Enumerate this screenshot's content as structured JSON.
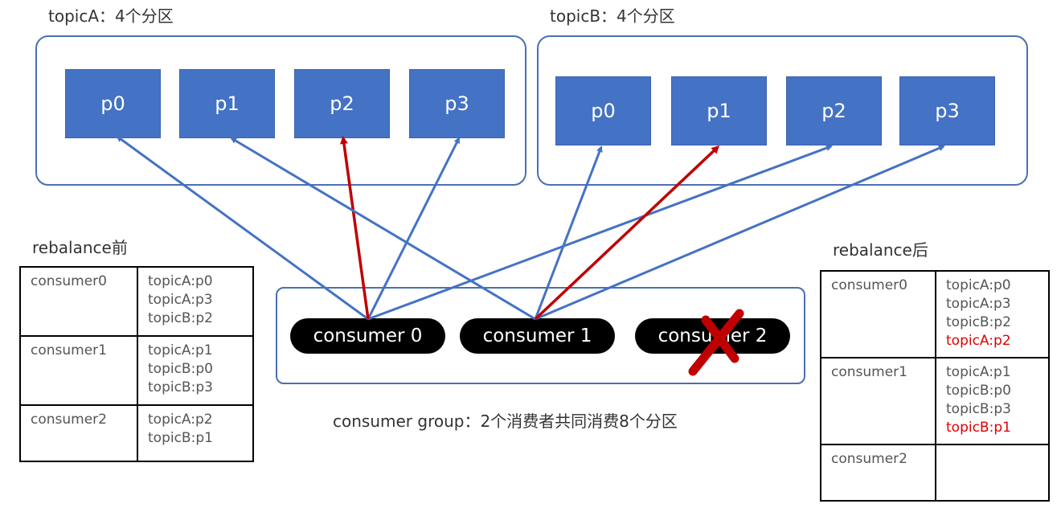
{
  "topics": [
    {
      "title": "topicA：4个分区",
      "partitions": [
        "p0",
        "p1",
        "p2",
        "p3"
      ]
    },
    {
      "title": "topicB：4个分区",
      "partitions": [
        "p0",
        "p1",
        "p2",
        "p3"
      ]
    }
  ],
  "consumer_group": {
    "consumers": [
      "consumer 0",
      "consumer 1",
      "consumer 2"
    ],
    "failed_consumer": "consumer 2",
    "caption": "consumer group：2个消费者共同消费8个分区"
  },
  "before": {
    "title": "rebalance前",
    "rows": [
      {
        "consumer": "consumer0",
        "partitions": [
          "topicA:p0",
          "topicA:p3",
          "topicB:p2"
        ]
      },
      {
        "consumer": "consumer1",
        "partitions": [
          "topicA:p1",
          "topicB:p0",
          "topicB:p3"
        ]
      },
      {
        "consumer": "consumer2",
        "partitions": [
          "topicA:p2",
          "topicB:p1"
        ]
      }
    ]
  },
  "after": {
    "title": "rebalance后",
    "rows": [
      {
        "consumer": "consumer0",
        "partitions": [
          "topicA:p0",
          "topicA:p3",
          "topicB:p2",
          "topicA:p2"
        ],
        "changed": [
          false,
          false,
          false,
          true
        ]
      },
      {
        "consumer": "consumer1",
        "partitions": [
          "topicA:p1",
          "topicB:p0",
          "topicB:p3",
          "topicB:p1"
        ],
        "changed": [
          false,
          false,
          false,
          true
        ]
      },
      {
        "consumer": "consumer2",
        "partitions": [],
        "changed": []
      }
    ]
  },
  "colors": {
    "partition_fill": "#4472c4",
    "normal_arrow": "#4472c4",
    "reassigned_arrow": "#c00000",
    "removed_mark": "#c00000",
    "changed_text": "#e00000"
  }
}
